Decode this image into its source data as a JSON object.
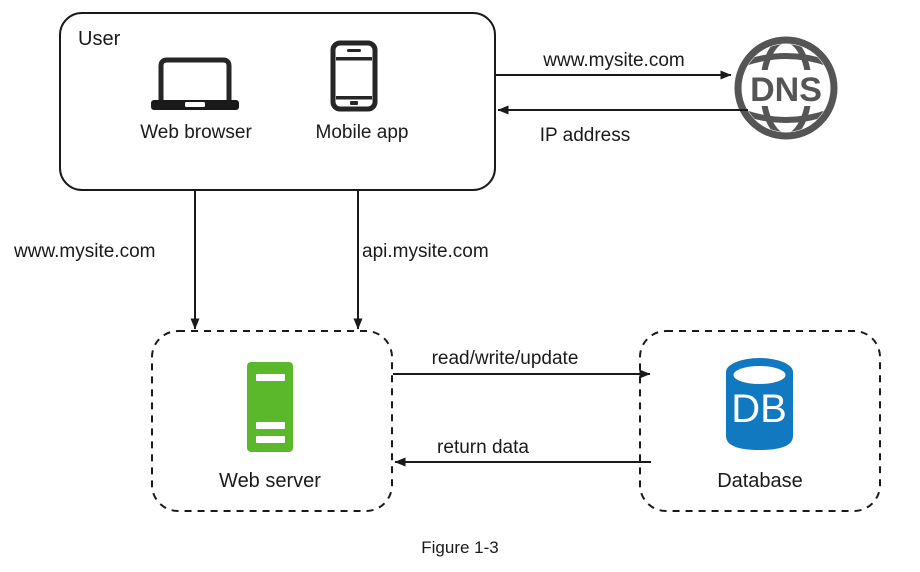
{
  "figure": {
    "caption": "Figure 1-3",
    "colors": {
      "server_green": "#5CB82B",
      "database_blue": "#1179C0",
      "dns_gray": "#555555",
      "line_black": "#1a1a1a",
      "background": "#ffffff"
    }
  },
  "nodes": {
    "user_group": {
      "label": "User",
      "style": "rounded-solid-box",
      "children": [
        {
          "label": "Web browser",
          "icon": "laptop-icon"
        },
        {
          "label": "Mobile app",
          "icon": "smartphone-icon"
        }
      ]
    },
    "dns": {
      "label": "DNS",
      "icon": "globe-icon"
    },
    "web_server": {
      "label": "Web server",
      "icon": "server-tower-icon",
      "style": "rounded-dashed-box"
    },
    "database": {
      "label": "Database",
      "icon": "database-cylinder-icon",
      "icon_label": "DB",
      "style": "rounded-dashed-box"
    }
  },
  "edges": [
    {
      "id": "user-to-dns",
      "label": "www.mysite.com",
      "from": "user_group",
      "to": "dns",
      "direction": "right"
    },
    {
      "id": "dns-to-user",
      "label": "IP address",
      "from": "dns",
      "to": "user_group",
      "direction": "left"
    },
    {
      "id": "browser-to-server",
      "label": "www.mysite.com",
      "from": "web_browser",
      "to": "web_server",
      "direction": "down"
    },
    {
      "id": "app-to-server",
      "label": "api.mysite.com",
      "from": "mobile_app",
      "to": "web_server",
      "direction": "down"
    },
    {
      "id": "server-to-db",
      "label": "read/write/update",
      "from": "web_server",
      "to": "database",
      "direction": "right"
    },
    {
      "id": "db-to-server",
      "label": "return data",
      "from": "database",
      "to": "web_server",
      "direction": "left"
    }
  ]
}
